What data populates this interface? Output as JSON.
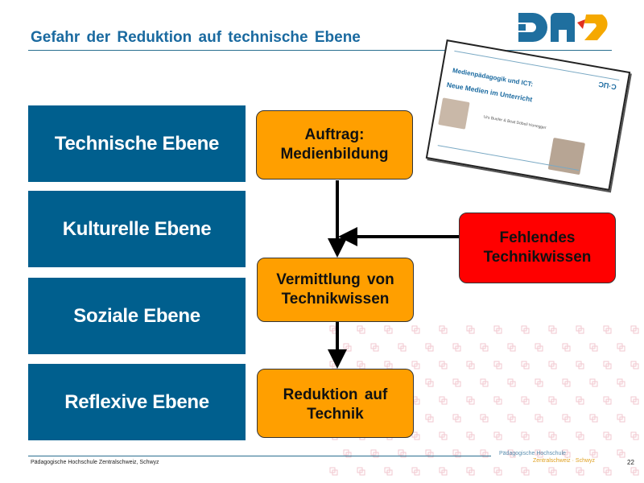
{
  "slide": {
    "title": "Gefahr der Reduktion auf technische Ebene",
    "page_number": "22"
  },
  "levels": [
    "Technische Ebene",
    "Kulturelle Ebene",
    "Soziale Ebene",
    "Reflexive Ebene"
  ],
  "flow": {
    "auftrag": [
      "Auftrag:",
      "Medienbildung"
    ],
    "vermittlung": [
      "Vermittlung von",
      "Technikwissen"
    ],
    "reduktion": [
      "Reduktion auf",
      "Technik"
    ],
    "fehlend": [
      "Fehlendes",
      "Technikwissen"
    ]
  },
  "thumbnail": {
    "line1": "Medienpädagogik und ICT:",
    "line2": "Neue Medien im Unterricht",
    "authors": "Urs Bueler & Beat Döbeli Honegger"
  },
  "footer": {
    "text": "Pädagogische Hochschule Zentralschweiz, Schwyz",
    "logo_line1": "Pädagogische Hochschule",
    "logo_line2": "Zentralschweiz · Schwyz"
  },
  "colors": {
    "blue": "#005f8e",
    "orange": "#ff9f00",
    "red": "#ff0000",
    "title": "#1a6aa0"
  }
}
